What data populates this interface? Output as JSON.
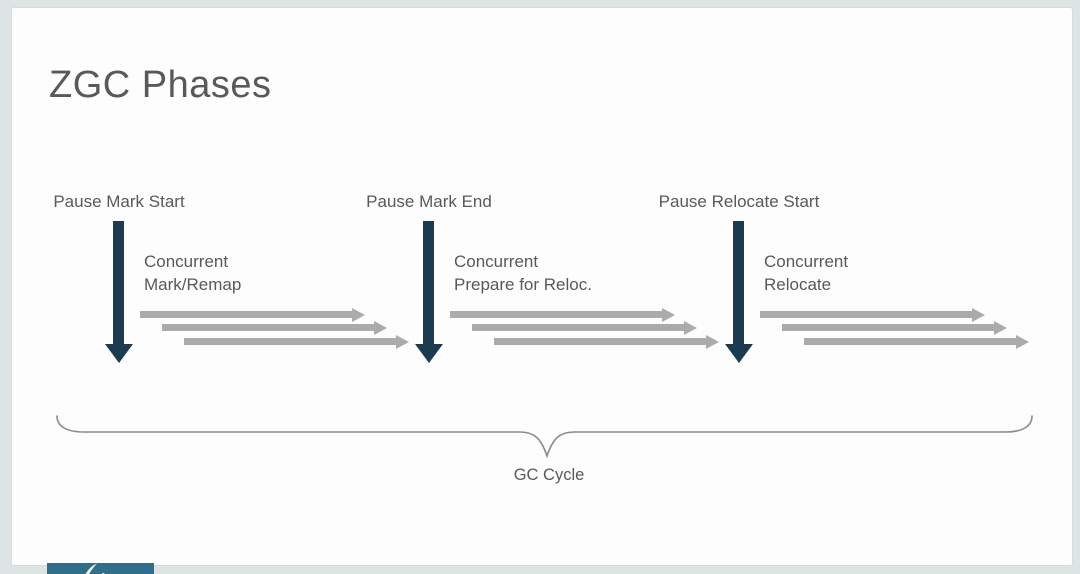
{
  "slide": {
    "title": "ZGC Phases",
    "phases": [
      {
        "pause_label": "Pause Mark Start",
        "concurrent_line1": "Concurrent",
        "concurrent_line2": "Mark/Remap"
      },
      {
        "pause_label": "Pause Mark End",
        "concurrent_line1": "Concurrent",
        "concurrent_line2": "Prepare for Reloc."
      },
      {
        "pause_label": "Pause Relocate Start",
        "concurrent_line1": "Concurrent",
        "concurrent_line2": "Relocate"
      }
    ],
    "brace_label": "GC Cycle",
    "icons": {
      "pause_arrow": "down-arrow",
      "concurrent_arrow": "right-arrow",
      "brace": "curly-brace-under",
      "logo": "teal-brand-mark"
    },
    "colors": {
      "pause_arrow": "#1d3b50",
      "concurrent_arrow": "#ababab",
      "text": "#595959",
      "brace": "#8a8a8a",
      "slide_bg": "#fdfdfd",
      "outer_bg": "#dde4e4",
      "logo_bg": "#2e6f8c"
    }
  }
}
